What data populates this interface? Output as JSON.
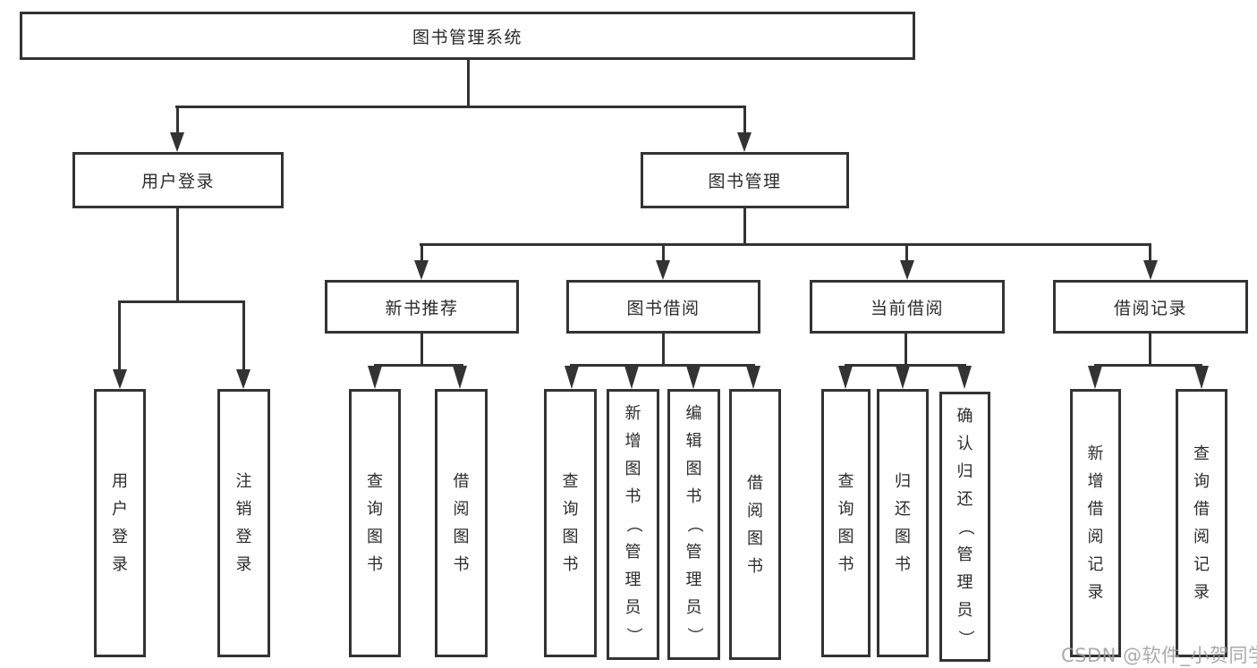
{
  "title": {
    "label": "图书管理系统"
  },
  "user_branch": {
    "label": "用户登录",
    "children": [
      "用户登录",
      "注销登录"
    ]
  },
  "book_branch": {
    "label": "图书管理",
    "sections": [
      {
        "label": "新书推荐",
        "children": [
          "查询图书",
          "借阅图书"
        ]
      },
      {
        "label": "图书借阅",
        "children": [
          "查询图书",
          "新增图书（管理员）",
          "编辑图书（管理员）",
          "借阅图书"
        ]
      },
      {
        "label": "当前借阅",
        "children": [
          "查询图书",
          "归还图书",
          "确认归还（管理员）"
        ]
      },
      {
        "label": "借阅记录",
        "children": [
          "新增借阅记录",
          "查询借阅记录"
        ]
      }
    ]
  },
  "watermark": {
    "text": "CSDN @软件_小贺同学"
  },
  "colors": {
    "line": "#333333",
    "text": "#2b2b2b",
    "watermark": "#9c9c9c",
    "background": "#ffffff"
  }
}
